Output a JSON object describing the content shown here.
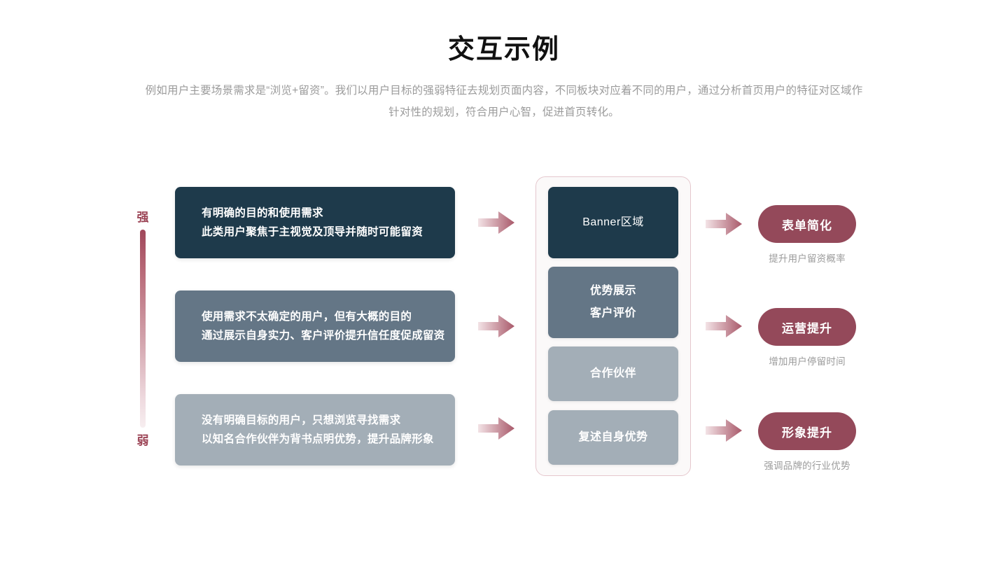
{
  "header": {
    "title": "交互示例",
    "subtitle": "例如用户主要场景需求是“浏览+留资”。我们以用户目标的强弱特征去规划页面内容，不同板块对应着不同的用户，通过分析首页用户的特征对区域作针对性的规划，符合用户心智，促进首页转化。"
  },
  "scale": {
    "top_label": "强",
    "bottom_label": "弱",
    "gradient_from": "#a0475a",
    "gradient_to": "#f7eef0"
  },
  "user_segments": [
    {
      "line1": "有明确的目的和使用需求",
      "line2": "此类用户聚焦于主视觉及顶导并随时可能留资",
      "color": "#1e3a4b"
    },
    {
      "line1": "使用需求不太确定的用户，但有大概的目的",
      "line2": "通过展示自身实力、客户评价提升信任度促成留资",
      "color": "#647686"
    },
    {
      "line1": "没有明确目标的用户，只想浏览寻找需求",
      "line2": "以知名合作伙伴为背书点明优势，提升品牌形象",
      "color": "#a3aeb7"
    }
  ],
  "page_sections": [
    {
      "line1": "Banner区域",
      "line2": "",
      "color": "#1e3a4b"
    },
    {
      "line1": "优势展示",
      "line2": "客户评价",
      "color": "#647686"
    },
    {
      "line1": "合作伙伴",
      "line2": "",
      "color": "#a3aeb7"
    },
    {
      "line1": "复述自身优势",
      "line2": "",
      "color": "#a3aeb7"
    }
  ],
  "goals": [
    {
      "label": "表单简化",
      "caption": "提升用户留资概率"
    },
    {
      "label": "运营提升",
      "caption": "增加用户停留时间"
    },
    {
      "label": "形象提升",
      "caption": "强调品牌的行业优势"
    }
  ],
  "accent": {
    "pill_color": "#94495a",
    "arrow_color": "#a9596a",
    "frame_border": "#e5c7cd"
  }
}
